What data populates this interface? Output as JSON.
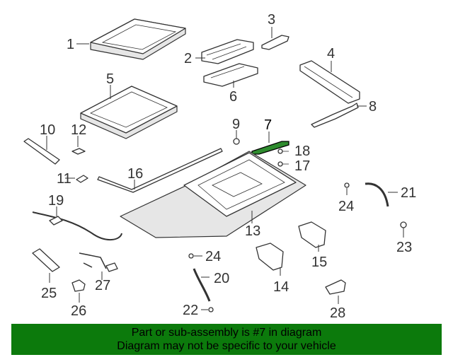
{
  "diagram": {
    "callouts": {
      "c1": "1",
      "c2": "2",
      "c3": "3",
      "c4": "4",
      "c5": "5",
      "c6": "6",
      "c7": "7",
      "c8": "8",
      "c9": "9",
      "c10": "10",
      "c11": "11",
      "c12": "12",
      "c13": "13",
      "c14": "14",
      "c15": "15",
      "c16": "16",
      "c17": "17",
      "c18": "18",
      "c19": "19",
      "c20": "20",
      "c21": "21",
      "c22": "22",
      "c23": "23",
      "c24a": "24",
      "c24b": "24",
      "c25": "25",
      "c26": "26",
      "c27": "27",
      "c28": "28"
    },
    "highlight_color": "#2e8b2e"
  },
  "footer": {
    "line1": "Part or sub-assembly is #7 in diagram",
    "line2": "Diagram may not be specific to your vehicle",
    "background": "#0c7a0c"
  }
}
